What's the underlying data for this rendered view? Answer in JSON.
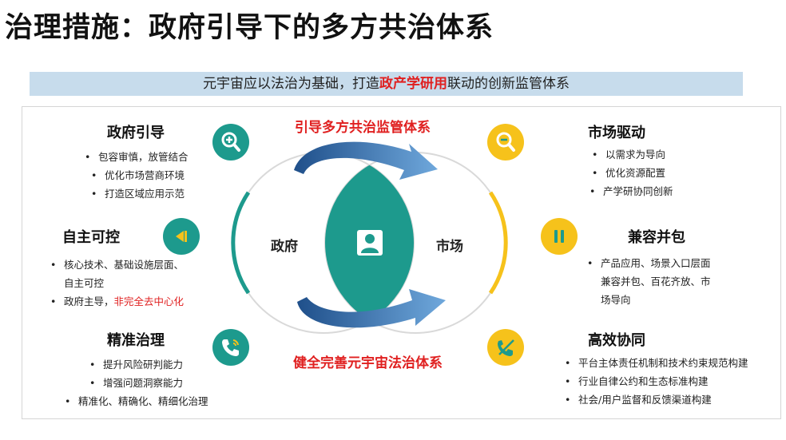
{
  "title": "治理措施：政府引导下的多方共治体系",
  "banner": {
    "prefix": "元宇宙应以法治为基础，打造",
    "highlight": "政产学研用",
    "suffix": "联动的创新监管体系"
  },
  "top_label": "引导多方共治监管体系",
  "bottom_label": "健全完善元宇宙法治体系",
  "center": {
    "left": "政府",
    "right": "市场"
  },
  "left_sections": [
    {
      "title": "政府引导",
      "icon": "zoom-in-icon",
      "items": [
        "包容审慎，放管结合",
        "优化市场营商环境",
        "打造区域应用示范"
      ]
    },
    {
      "title": "自主可控",
      "icon": "play-left-icon",
      "items": [
        "核心技术、基础设施层面、",
        "自主可控"
      ],
      "item2_prefix": "政府主导，",
      "item2_red": "非完全去中心化"
    },
    {
      "title": "精准治理",
      "icon": "phone-icon",
      "items": [
        "提升风险研判能力",
        "增强问题洞察能力",
        "精准化、精确化、精细化治理"
      ]
    }
  ],
  "right_sections": [
    {
      "title": "市场驱动",
      "icon": "zoom-out-icon",
      "items": [
        "以需求为导向",
        "优化资源配置",
        "产学研协同创新"
      ]
    },
    {
      "title": "兼容并包",
      "icon": "pause-icon",
      "items": [
        "产品应用、场景入口层面",
        "兼容并包、百花齐放、市",
        "场导向"
      ]
    },
    {
      "title": "高效协同",
      "icon": "phone-off-icon",
      "items": [
        "平台主体责任机制和技术约束规范构建",
        "行业自律公约和生态标准构建",
        "社会/用户监督和反馈渠道构建"
      ]
    }
  ],
  "colors": {
    "teal": "#1d9a8d",
    "yellow": "#f6c21b",
    "red": "#e02020",
    "blue": "#3a7fc4",
    "banner": "#c7dcec"
  },
  "bullet": "•"
}
